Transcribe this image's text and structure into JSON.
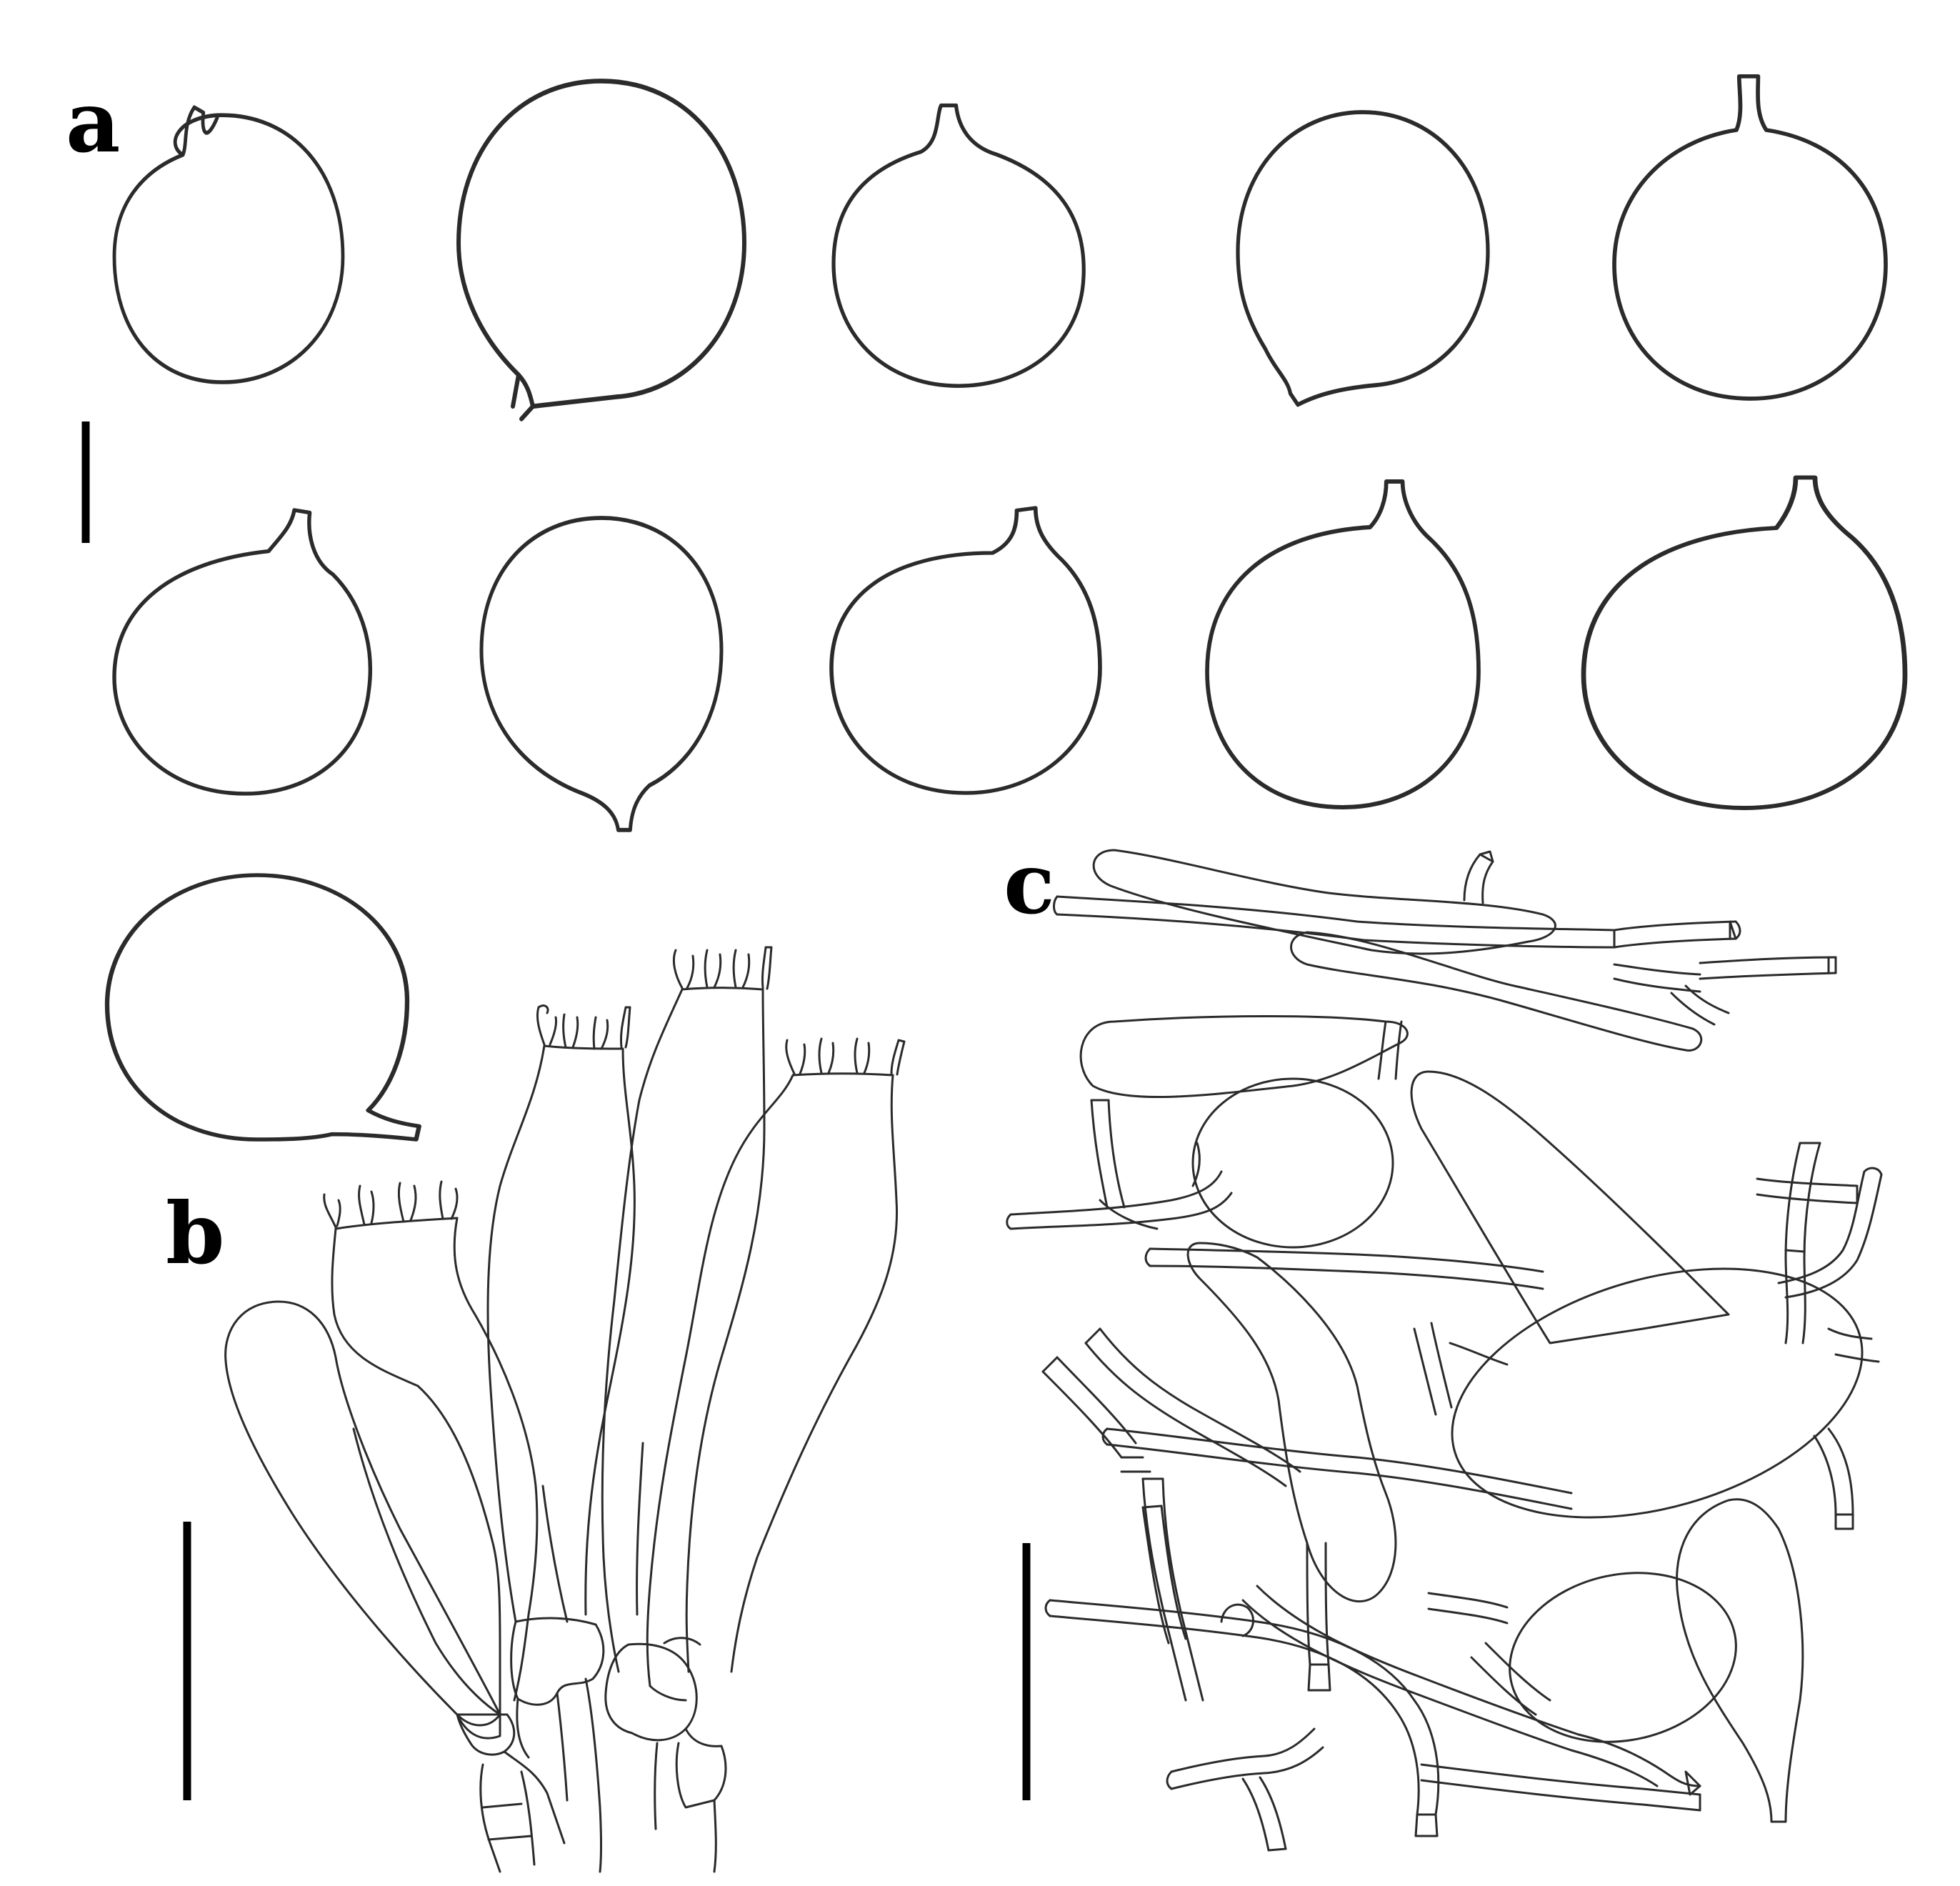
{
  "figure": {
    "panels": [
      {
        "id": "a",
        "label": "a"
      },
      {
        "id": "b",
        "label": "b"
      },
      {
        "id": "c",
        "label": "c"
      }
    ],
    "colors": {
      "ink": "#2b2b2b",
      "background": "#ffffff",
      "bar": "#000000"
    }
  }
}
